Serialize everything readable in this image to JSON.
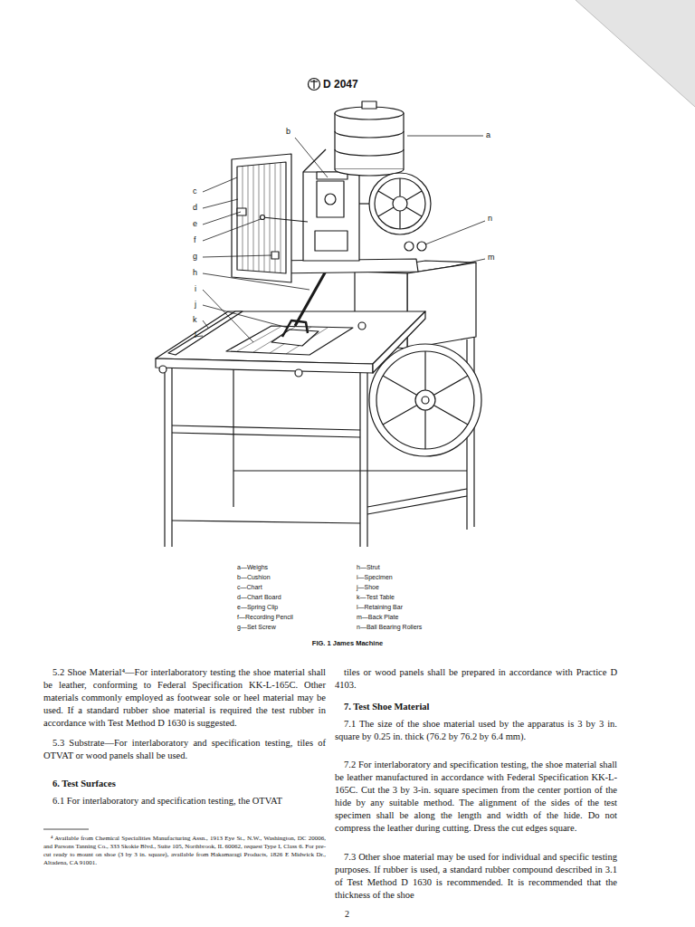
{
  "diagram": {
    "title": "D 2047",
    "caption": "FIG. 1 James Machine",
    "labels": [
      "b",
      "a",
      "c",
      "d",
      "e",
      "f",
      "g",
      "h",
      "i",
      "j",
      "k",
      "l",
      "n",
      "m",
      "a—Weighs",
      "b—Cushion",
      "c—Chart",
      "d—Chart Board",
      "e—Spring Clip",
      "f—Recording Pencil",
      "g—Set Screw",
      "h—Strut",
      "i—Specimen",
      "j—Shoe",
      "k—Test Table",
      "l—Retaining Bar",
      "m—Back Plate",
      "n—Ball Bearing Rollers",
      "5.2 Shoe Material⁴—For interlaboratory testing the shoe material shall be leather, conforming to Federal Specification KK-L-165C. Other materials commonly employed as footwear sole or heel material may be used. If a standard rubber shoe material is required the test rubber in accordance with Test Method D 1630 is suggested.",
      "5.3 Substrate—For interlaboratory and specification testing, tiles of OTVAT or wood panels shall be used.",
      "6. Test Surfaces",
      "6.1 For interlaboratory and specification testing, the OTVAT",
      "⁴ Available from Chemical Specialities Manufacturing Assn., 1913 Eye St., N.W., Washington, DC 20006, and Parsons Tanning Co., 333 Skokie Blvd., Suite 105, Northbrook, IL 60062, request Type I, Class 6. For pre-cut ready to mount on shoe (3 by 3 in. square), available from Hakamaragi Products, 1826 E Midwick Dr., Altadena, CA 91001.",
      "tiles or wood panels shall be prepared in accordance with Practice D 4103.",
      "7. Test Shoe Material",
      "7.1 The size of the shoe material used by the apparatus is 3 by 3 in. square by 0.25 in. thick (76.2 by 76.2 by 6.4 mm).",
      "7.2 For interlaboratory and specification testing, the shoe material shall be leather manufactured in accordance with Federal Specification KK-L-165C. Cut the 3 by 3-in. square specimen from the center portion of the hide by any suitable method. The alignment of the sides of the test specimen shall be along the length and width of the hide. Do not compress the leather during cutting. Dress the cut edges square.",
      "7.3 Other shoe material may be used for individual and specific testing purposes. If rubber is used, a standard rubber compound described in 3.1 of Test Method D 1630 is recommended. It is recommended that the thickness of the shoe",
      "2"
    ]
  }
}
